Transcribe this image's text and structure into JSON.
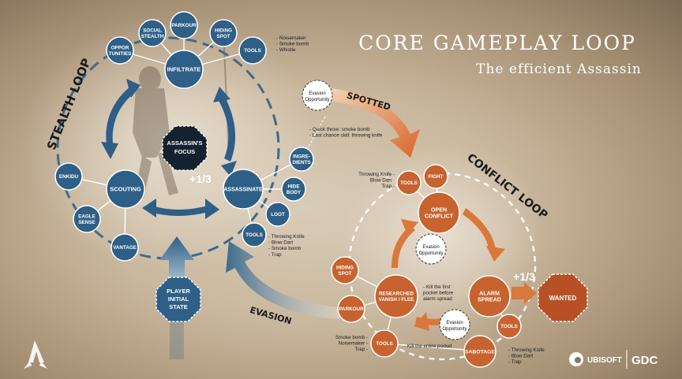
{
  "title": "CORE GAMEPLAY LOOP",
  "subtitle": "The efficient Assassin",
  "loops": {
    "stealth": "STEALTH LOOP",
    "conflict": "CONFLICT LOOP",
    "spotted": "SPOTTED",
    "evasion": "EVASION"
  },
  "stealth": {
    "infiltrate": "INFILTRATE",
    "focus": [
      "ASSASSIN'S",
      "FOCUS"
    ],
    "scouting": "SCOUTING",
    "assassinate": "ASSASSINATE",
    "bonus": "+1/3",
    "player": [
      "PLAYER",
      "INITIAL",
      "STATE"
    ],
    "infiltrate_options": [
      [
        "OPPOR",
        "TUNITIES"
      ],
      [
        "SOCIAL",
        "STEALTH"
      ],
      [
        "PARKOUR"
      ],
      [
        "HIDING",
        "SPOT"
      ],
      [
        "TOOLS"
      ]
    ],
    "scouting_options": [
      [
        "ENKIDU"
      ],
      [
        "EAGLE",
        "SENSE"
      ],
      [
        "VANTAGE"
      ]
    ],
    "assassinate_options": [
      [
        "INGRE-",
        "DIENTS"
      ],
      [
        "HIDE",
        "BODY"
      ],
      [
        "LOOT"
      ],
      [
        "TOOLS"
      ]
    ],
    "notes": {
      "infiltrate_tools": [
        "- Noisemaker",
        "- Smoke bomb",
        "- Whistle"
      ],
      "quick": [
        "- Quick throw: smoke bomb",
        "- Last chance skill: throwing knife"
      ],
      "assassinate_tools": [
        "- Throwing Knife",
        "- Blow Dart",
        "- Smoke bomb",
        "- Trap"
      ]
    }
  },
  "conflict": {
    "open": [
      "OPEN",
      "CONFLICT"
    ],
    "alarm": [
      "ALARM",
      "SPREAD"
    ],
    "vanish": [
      "RESEARCHED",
      "VANISH / FLEE"
    ],
    "sabotage": "SABOTAGE",
    "wanted": "WANTED",
    "bonus": "+1/3",
    "open_options": [
      [
        "TOOLS"
      ],
      [
        "FIGHT"
      ]
    ],
    "alarm_options": [
      [
        "TOOLS"
      ]
    ],
    "vanish_options": [
      [
        "HIDING",
        "SPOT"
      ],
      [
        "PARKOUR"
      ],
      [
        "TOOLS"
      ]
    ],
    "evasion_label": [
      "Evasion",
      "Opportunity"
    ],
    "notes": {
      "open_tools": [
        "Throwing Knife -",
        "Blow Dart -",
        "Trap -"
      ],
      "vanish_kill": [
        "- Kill the first",
        "pocket before",
        "alarm spread"
      ],
      "sabotage_kill": "- Kill the entire pocket",
      "vanish_tools": [
        "Smoke bomb -",
        "Noisemaker -",
        "Trap -"
      ],
      "sabotage_tools": [
        "- Throwing Knife",
        "- Blow Dart",
        "- Trap"
      ]
    }
  },
  "logos": {
    "ubisoft": "UBISOFT",
    "gdc": "GDC"
  },
  "colors": {
    "stealth_blue": "#2e5f87",
    "dark_navy": "#14212e",
    "conflict_orange": "#c8622f",
    "wanted_orange": "#b75125",
    "spotted_orange": "#d9783a",
    "evasion_blue": "#3d6a8e"
  }
}
